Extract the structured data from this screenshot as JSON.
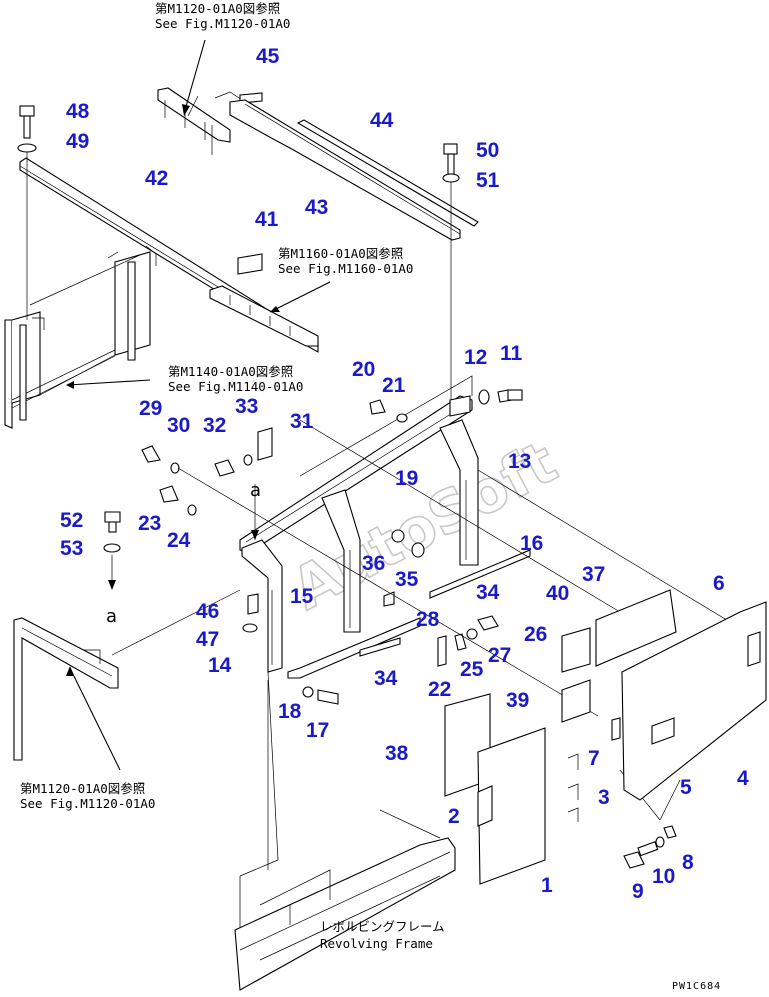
{
  "references": {
    "m1120_top_ja": "第M1120-01A0図参照",
    "m1120_top_en": "See Fig.M1120-01A0",
    "m1160_ja": "第M1160-01A0図参照",
    "m1160_en": "See Fig.M1160-01A0",
    "m1140_ja": "第M1140-01A0図参照",
    "m1140_en": "See Fig.M1140-01A0",
    "m1120_bottom_ja": "第M1120-01A0図参照",
    "m1120_bottom_en": "See Fig.M1120-01A0",
    "frame_ja": "レボルビングフレーム",
    "frame_en": "Revolving Frame"
  },
  "callouts": {
    "c1": "1",
    "c2": "2",
    "c3": "3",
    "c4": "4",
    "c5": "5",
    "c6": "6",
    "c7": "7",
    "c8": "8",
    "c9": "9",
    "c10": "10",
    "c11": "11",
    "c12": "12",
    "c13": "13",
    "c14": "14",
    "c15": "15",
    "c16": "16",
    "c17": "17",
    "c18": "18",
    "c19": "19",
    "c20": "20",
    "c21": "21",
    "c22": "22",
    "c23": "23",
    "c24": "24",
    "c25": "25",
    "c26": "26",
    "c27": "27",
    "c28": "28",
    "c29": "29",
    "c30": "30",
    "c31": "31",
    "c32": "32",
    "c33": "33",
    "c34a": "34",
    "c34b": "34",
    "c35": "35",
    "c36": "36",
    "c37": "37",
    "c38": "38",
    "c39": "39",
    "c40": "40",
    "c41": "41",
    "c42": "42",
    "c43": "43",
    "c44": "44",
    "c45": "45",
    "c46": "46",
    "c47": "47",
    "c48": "48",
    "c49": "49",
    "c50": "50",
    "c51": "51",
    "c52": "52",
    "c53": "53"
  },
  "marks": {
    "a_upper": "a",
    "a_lower": "a"
  },
  "watermark": "AutoSoft",
  "drawing_code": "PW1C684"
}
